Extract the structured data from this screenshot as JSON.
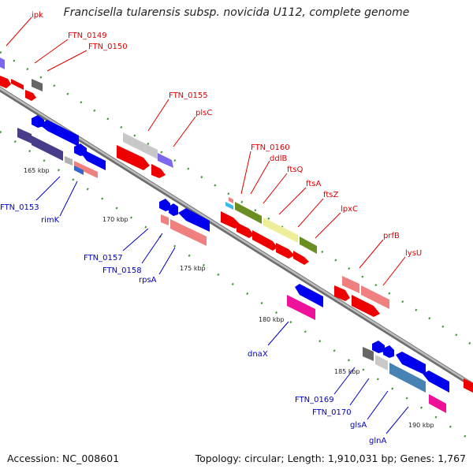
{
  "title": "Francisella tularensis subsp. novicida U112, complete genome",
  "footer": {
    "accession": "Accession: NC_008601",
    "summary": "Topology: circular; Length: 1,910,031 bp; Genes: 1,767"
  },
  "colors": {
    "forward_label": "#dd0000",
    "reverse_label": "#0000bb",
    "backbone": "#8a8a8a",
    "tick": "#2e8b22"
  },
  "tick_labels": [
    "165 kbp",
    "170 kbp",
    "175 kbp",
    "180 kbp",
    "185 kbp",
    "190 kbp"
  ],
  "forward_gene_labels": [
    "ipk",
    "FTN_0149",
    "FTN_0150",
    "FTN_0155",
    "plsC",
    "FTN_0160",
    "ddlB",
    "ftsQ",
    "ftsA",
    "ftsZ",
    "lpxC",
    "prfB",
    "lysU"
  ],
  "reverse_gene_labels": [
    "FTN_0153",
    "rimK",
    "FTN_0157",
    "FTN_0158",
    "rpsA",
    "dnaX",
    "FTN_0169",
    "FTN_0170",
    "glsA",
    "glnA"
  ]
}
